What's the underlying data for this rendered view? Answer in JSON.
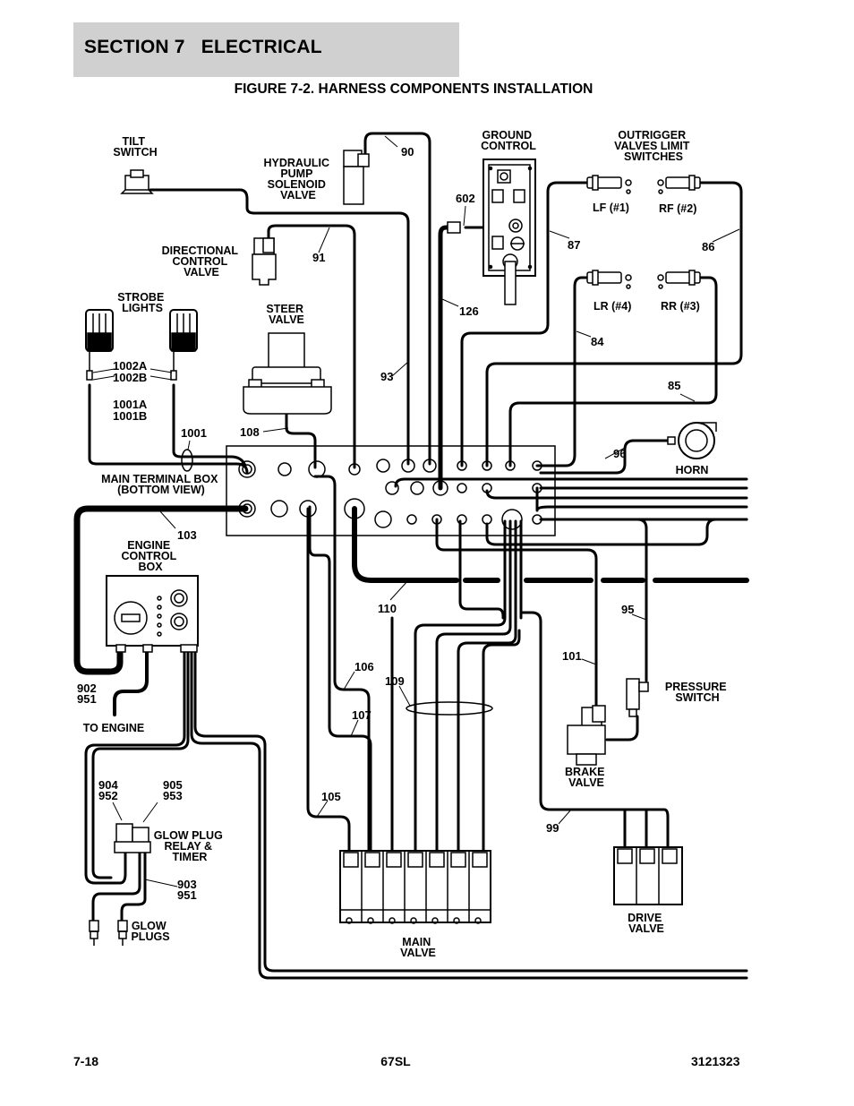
{
  "header": {
    "section_title": "SECTION 7   ELECTRICAL",
    "figure_title": "FIGURE 7-2. HARNESS COMPONENTS INSTALLATION"
  },
  "components": {
    "tilt_switch": [
      "TILT",
      "SWITCH"
    ],
    "hydraulic_pump_solenoid_valve": [
      "HYDRAULIC",
      "PUMP",
      "SOLENOID",
      "VALVE"
    ],
    "ground_control": [
      "GROUND",
      "CONTROL"
    ],
    "outrigger_valves_limit_switches": [
      "OUTRIGGER",
      "VALVES LIMIT",
      "SWITCHES"
    ],
    "directional_control_valve": [
      "DIRECTIONAL",
      "CONTROL",
      "VALVE"
    ],
    "strobe_lights": [
      "STROBE",
      "LIGHTS"
    ],
    "steer_valve": [
      "STEER",
      "VALVE"
    ],
    "main_terminal_box": [
      "MAIN TERMINAL BOX",
      "(BOTTOM VIEW)"
    ],
    "engine_control_box": [
      "ENGINE",
      "CONTROL",
      "BOX"
    ],
    "horn": [
      "HORN"
    ],
    "pressure_switch": [
      "PRESSURE",
      "SWITCH"
    ],
    "brake_valve": [
      "BRAKE",
      "VALVE"
    ],
    "glow_plug_relay_timer": [
      "GLOW PLUG",
      "RELAY &",
      "TIMER"
    ],
    "glow_plugs": [
      "GLOW",
      "PLUGS"
    ],
    "main_valve": [
      "MAIN",
      "VALVE"
    ],
    "drive_valve": [
      "DRIVE",
      "VALVE"
    ],
    "to_engine": "TO ENGINE",
    "lf": "LF (#1)",
    "rf": "RF (#2)",
    "lr": "LR (#4)",
    "rr": "RR (#3)"
  },
  "wire_numbers": {
    "w90": "90",
    "w602": "602",
    "w91": "91",
    "w87": "87",
    "w86": "86",
    "w126": "126",
    "w84": "84",
    "w93": "93",
    "w85": "85",
    "w1002a": "1002A",
    "w1002b": "1002B",
    "w1001a": "1001A",
    "w1001b": "1001B",
    "w1001": "1001",
    "w108": "108",
    "w96": "96",
    "w103": "103",
    "w110": "110",
    "w95": "95",
    "w101": "101",
    "w106": "106",
    "w109": "109",
    "w107": "107",
    "w902": "902",
    "w951a": "951",
    "w904": "904",
    "w952": "952",
    "w905": "905",
    "w953": "953",
    "w105": "105",
    "w99": "99",
    "w903": "903",
    "w951b": "951"
  },
  "footer": {
    "page": "7-18",
    "model": "67SL",
    "doc_number": "3121323"
  }
}
